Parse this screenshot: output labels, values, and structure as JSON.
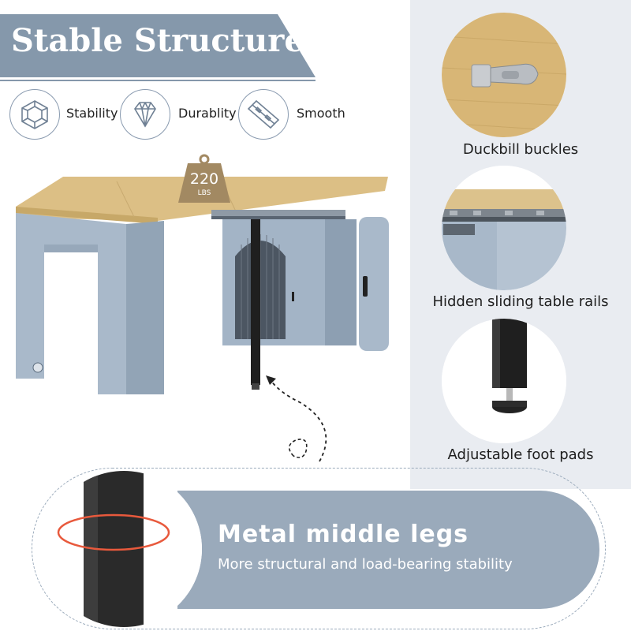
{
  "header": {
    "title": "Stable Structure"
  },
  "features": [
    {
      "icon": "cube-icon",
      "label": "Stability"
    },
    {
      "icon": "diamond-icon",
      "label": "Durablity"
    },
    {
      "icon": "slide-rail-icon",
      "label": "Smooth"
    }
  ],
  "weight": {
    "value": "220",
    "unit": "LBS"
  },
  "details": [
    {
      "caption": "Duckbill buckles"
    },
    {
      "caption": "Hidden sliding table rails"
    },
    {
      "caption": "Adjustable foot pads"
    }
  ],
  "banner": {
    "title": "Metal middle legs",
    "subtitle": "More structural and load-bearing stability"
  },
  "colors": {
    "accent": "#8598ab",
    "panel": "#e9ecf1",
    "banner": "#9aaabb",
    "table_blue": "#a7b8c8",
    "wood": "#d9b877",
    "leg": "#2b2b2b",
    "highlight": "#e8593c"
  }
}
